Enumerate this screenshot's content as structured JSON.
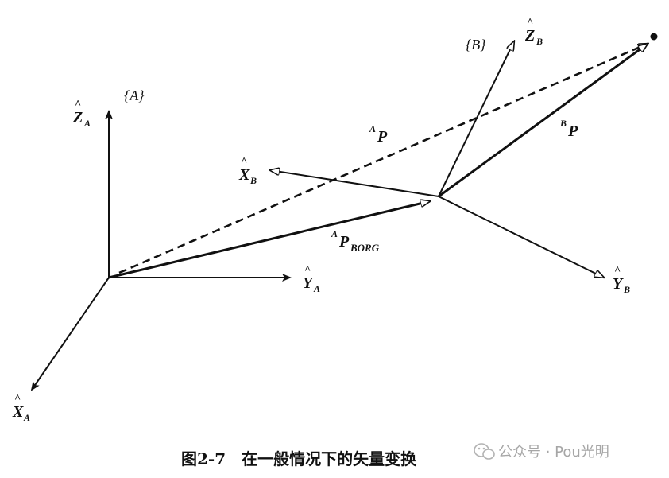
{
  "frames": {
    "a": "{A}",
    "b": "{B}"
  },
  "axes": {
    "z_a": "Z",
    "z_a_sub": "A",
    "y_a": "Y",
    "y_a_sub": "A",
    "x_a": "X",
    "x_a_sub": "A",
    "z_b": "Z",
    "z_b_sub": "B",
    "x_b": "X",
    "x_b_sub": "B",
    "y_b": "Y",
    "y_b_sub": "B"
  },
  "hat": "^",
  "vectors": {
    "a_p_sup": "A",
    "a_p": "P",
    "b_p_sup": "B",
    "b_p": "P",
    "a_porg_sup": "A",
    "a_porg": "P",
    "a_porg_sub": "BORG"
  },
  "caption": "图2-7　在一般情况下的矢量变换",
  "watermark": {
    "text": "公众号 · Pou光明",
    "icon": "wechat-icon",
    "color": "#a6a6a6"
  }
}
